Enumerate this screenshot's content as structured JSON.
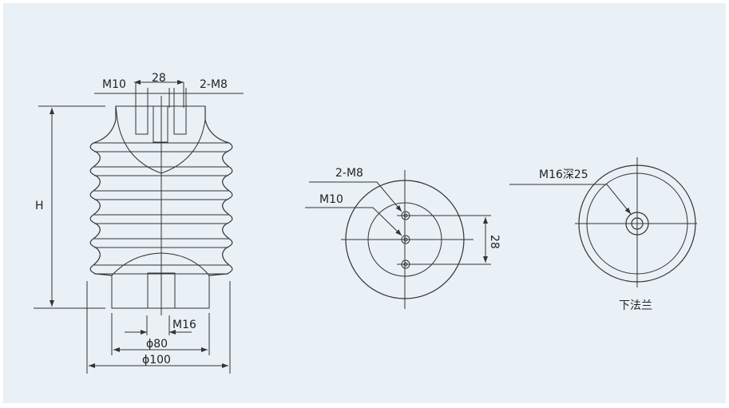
{
  "side_view": {
    "top_left_label": "M10",
    "top_center_label": "28",
    "top_right_label": "2-M8",
    "height_label": "H",
    "bottom_thread_label": "M16",
    "inner_diameter_label": "ϕ80",
    "outer_diameter_label": "ϕ100"
  },
  "top_view": {
    "holes_label": "2-M8",
    "center_hole_label": "M10",
    "spacing_label": "28"
  },
  "bottom_view": {
    "hole_label": "M16深25",
    "caption": "下法兰"
  },
  "colors": {
    "background": "#e9f0f6",
    "line": "#333333"
  }
}
